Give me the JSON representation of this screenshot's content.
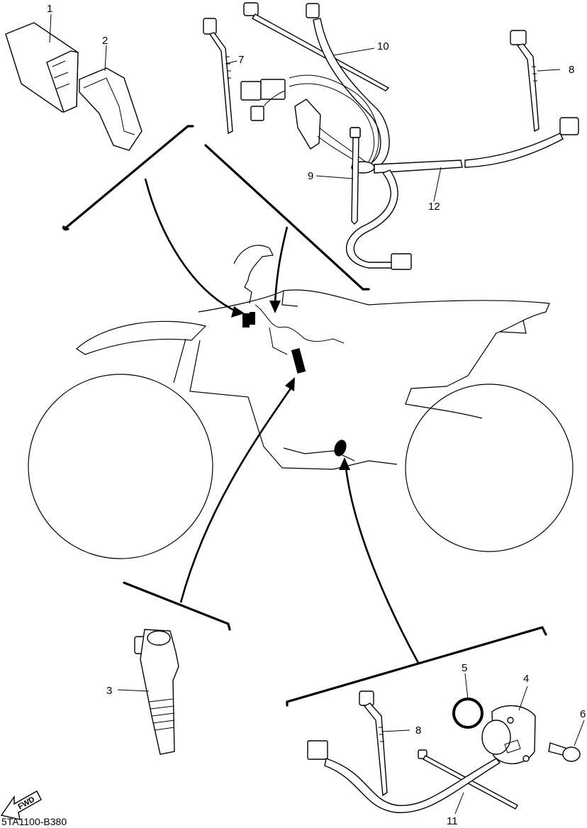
{
  "figure_code": "5TA1100-B380",
  "fwd_label": "FWD",
  "callouts": [
    {
      "id": "1",
      "label": "1"
    },
    {
      "id": "2",
      "label": "2"
    },
    {
      "id": "3",
      "label": "3"
    },
    {
      "id": "4",
      "label": "4"
    },
    {
      "id": "5",
      "label": "5"
    },
    {
      "id": "6",
      "label": "6"
    },
    {
      "id": "7",
      "label": "7"
    },
    {
      "id": "8a",
      "label": "8"
    },
    {
      "id": "8b",
      "label": "8"
    },
    {
      "id": "9",
      "label": "9"
    },
    {
      "id": "10",
      "label": "10"
    },
    {
      "id": "11",
      "label": "11"
    },
    {
      "id": "12",
      "label": "12"
    }
  ]
}
